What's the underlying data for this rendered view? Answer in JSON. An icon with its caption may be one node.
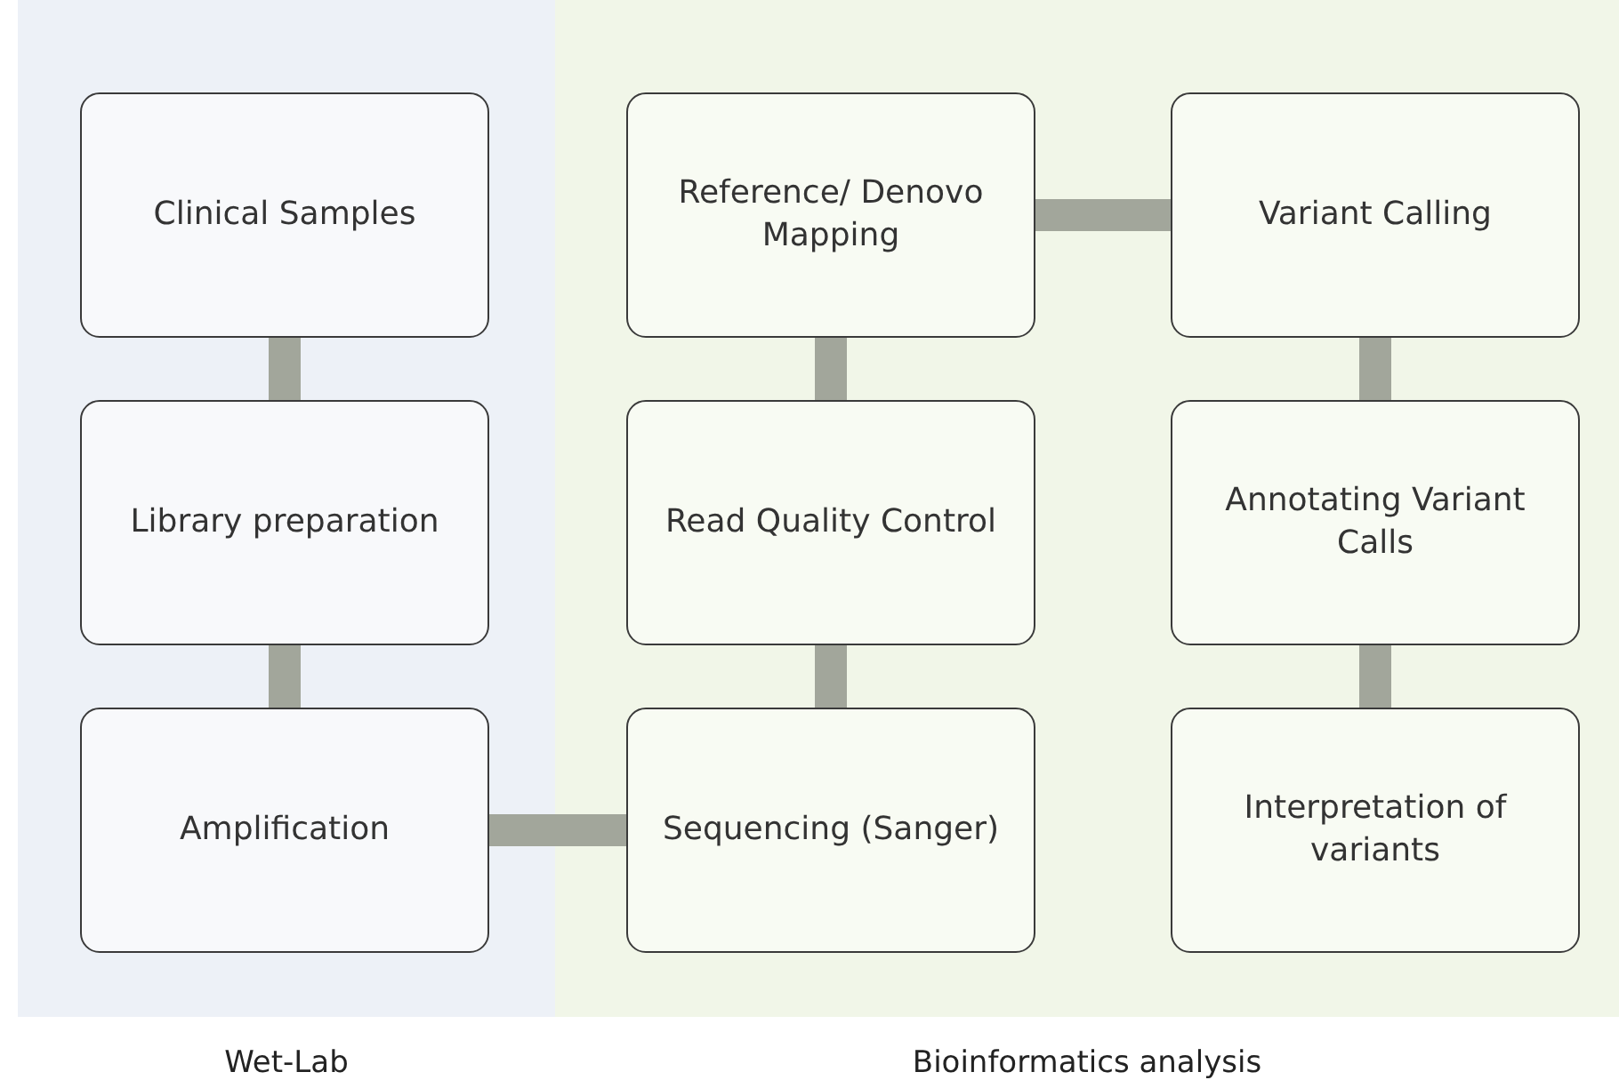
{
  "diagram": {
    "nodes": [
      {
        "text": [
          "Wet-Lab"
        ]
      },
      {
        "text": [
          "Clinical Samples"
        ],
        "in": 0
      },
      {
        "text": [
          "Library preparation"
        ],
        "in": 0
      },
      {
        "text": [
          "Amplification"
        ],
        "in": 0
      },
      {
        "text": [
          "Bioinformatics analysis"
        ]
      },
      {
        "text": [
          "Reference/ Denovo Mapping"
        ],
        "in": 4
      },
      {
        "text": [
          "Variant Calling"
        ],
        "in": 4
      },
      {
        "text": [
          "Read Quality Control"
        ],
        "in": 4
      },
      {
        "text": [
          "Annotating Variant Calls"
        ],
        "in": 4
      },
      {
        "text": [
          "Sequencing (Sanger)"
        ],
        "in": 4
      },
      {
        "text": [
          "Interpretation of variants"
        ],
        "in": 4
      }
    ],
    "edges": [
      {
        "from": 1,
        "to": 2,
        "arrow": "none"
      },
      {
        "from": 2,
        "to": 3,
        "arrow": "none"
      },
      {
        "from": 3,
        "to": 9,
        "arrow": "none"
      },
      {
        "from": 9,
        "to": 7,
        "arrow": "none"
      },
      {
        "from": 7,
        "to": 5,
        "arrow": "none"
      },
      {
        "from": 5,
        "to": 6,
        "arrow": "none"
      },
      {
        "from": 6,
        "to": 8,
        "arrow": "none"
      },
      {
        "from": 8,
        "to": 10,
        "arrow": "none"
      }
    ]
  }
}
